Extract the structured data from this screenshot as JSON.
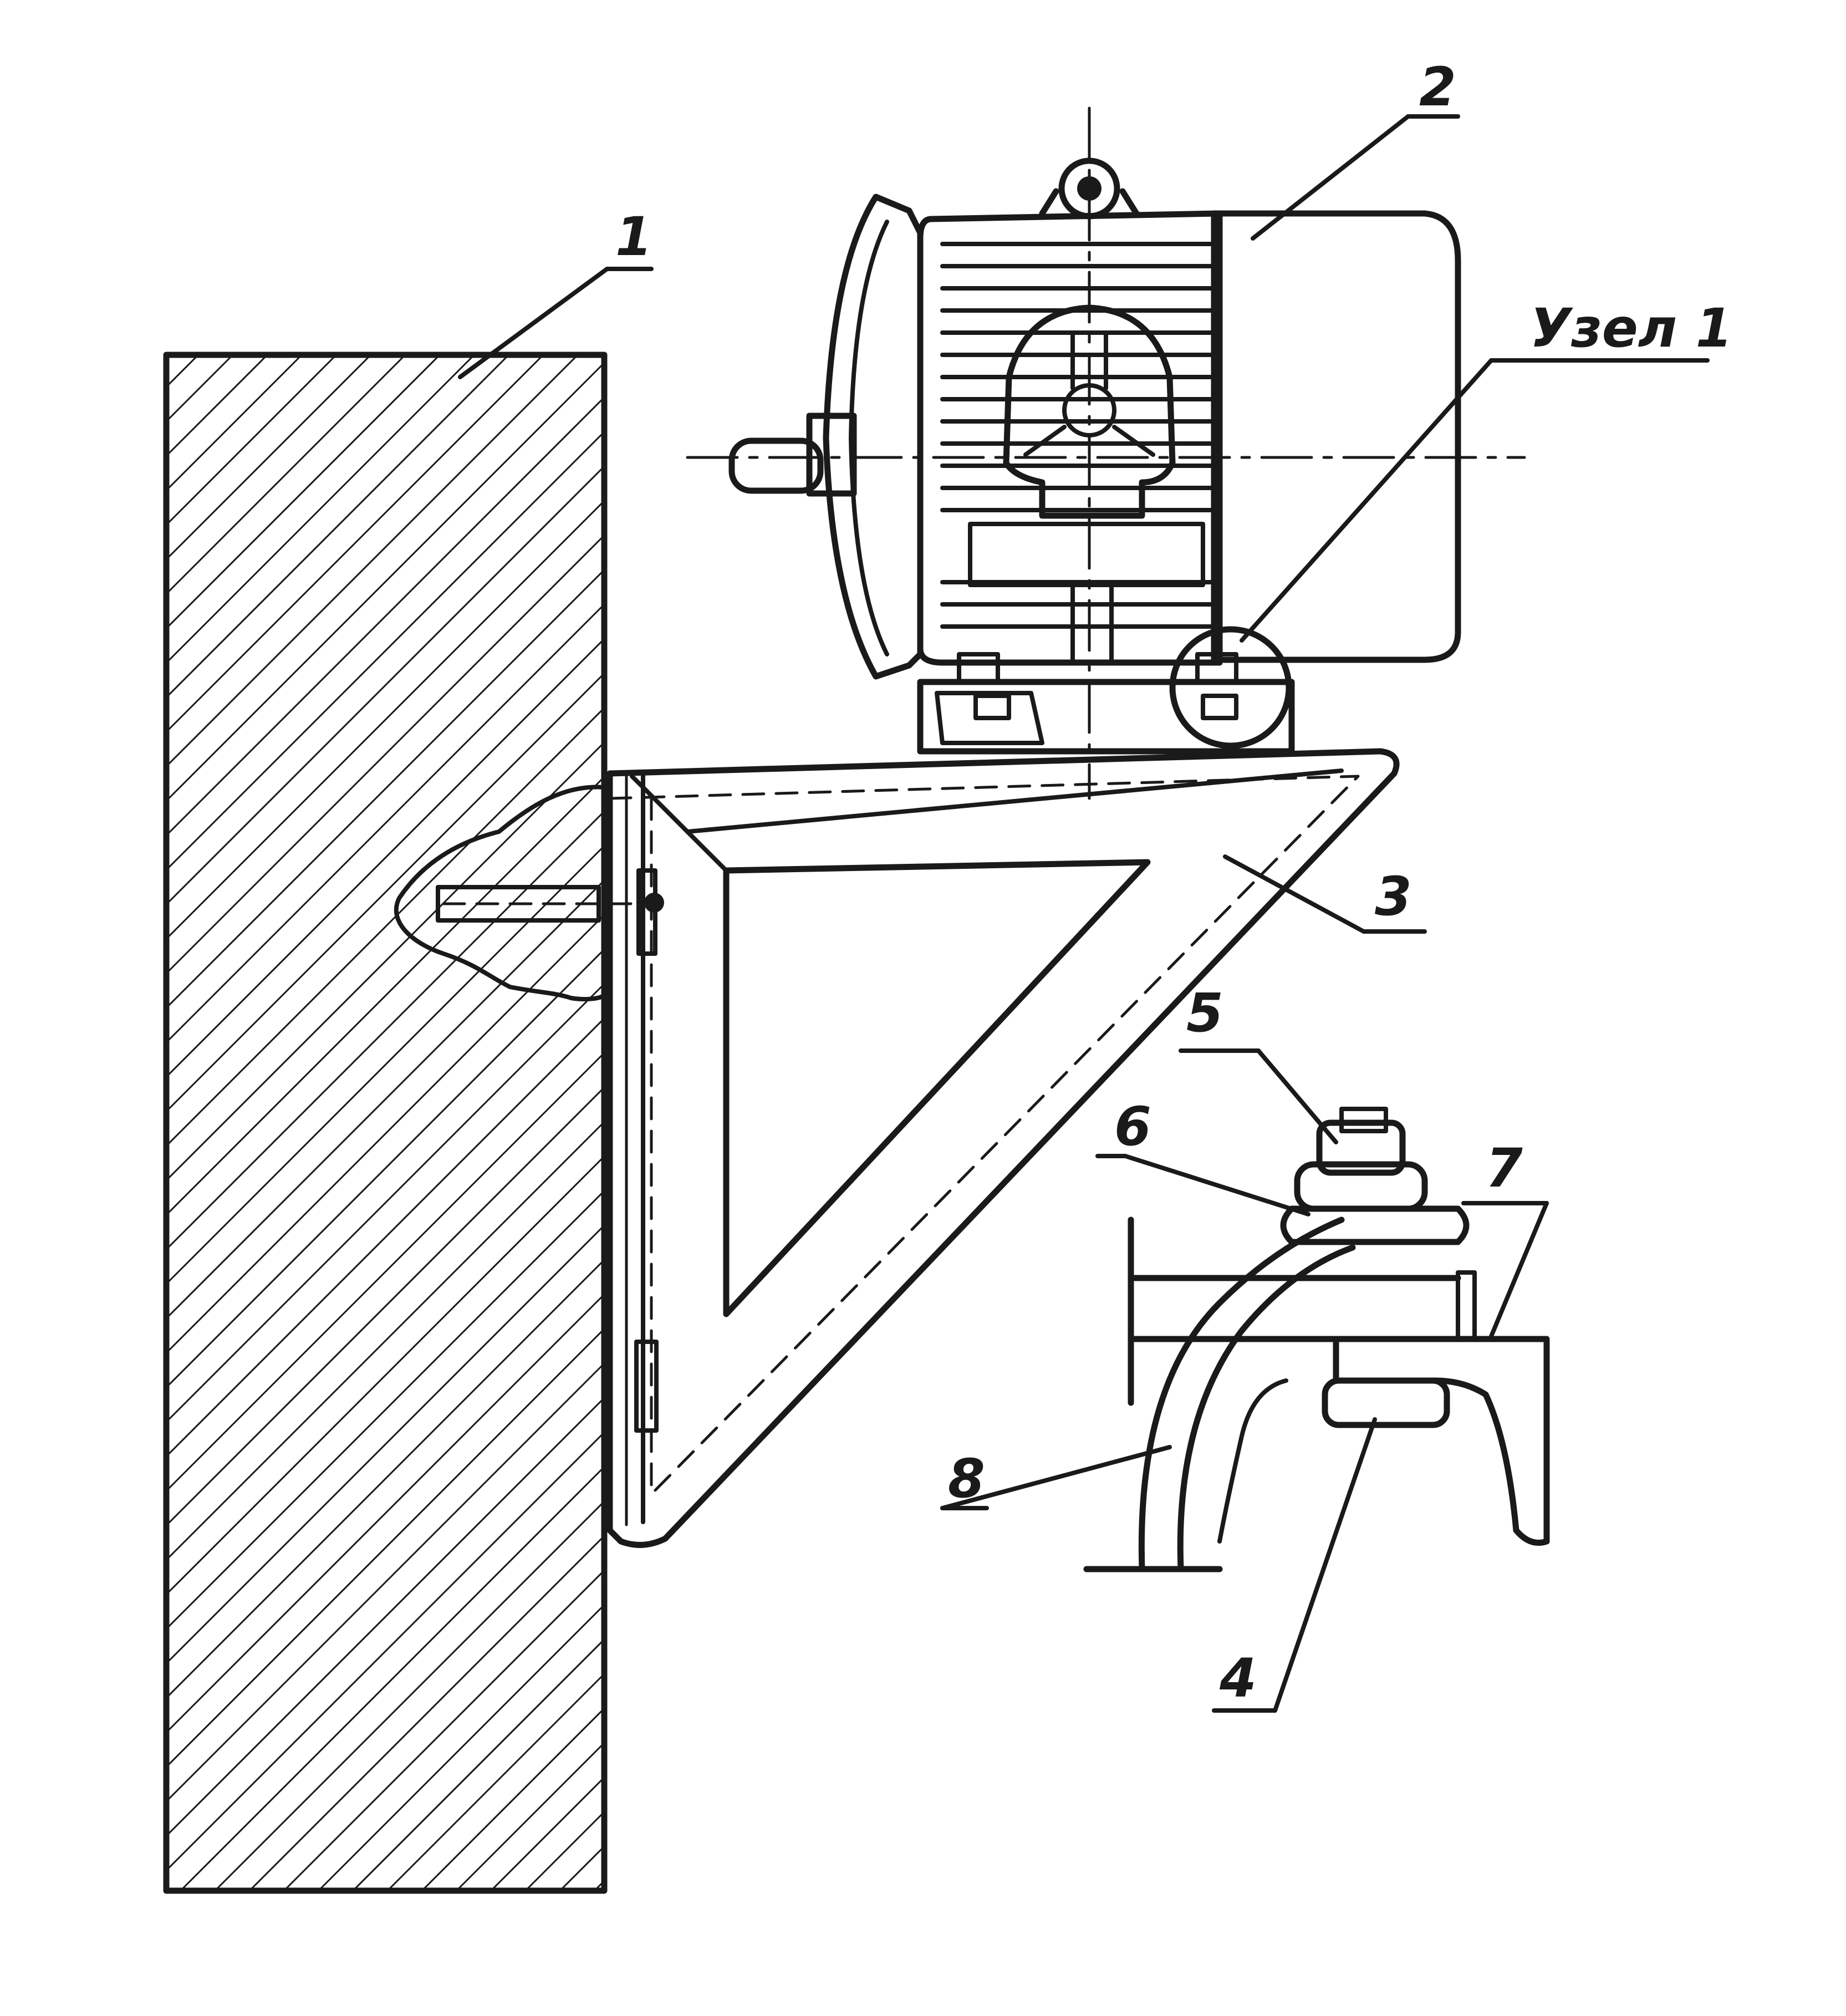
{
  "labels": {
    "wall": "1",
    "motor": "2",
    "bracket": "3",
    "bolt": "4",
    "nut": "5",
    "washer": "6",
    "channel": "7",
    "clamp": "8",
    "node": "Узел 1"
  },
  "colors": {
    "ink": "#1a1a1a",
    "paper": "#ffffff"
  }
}
